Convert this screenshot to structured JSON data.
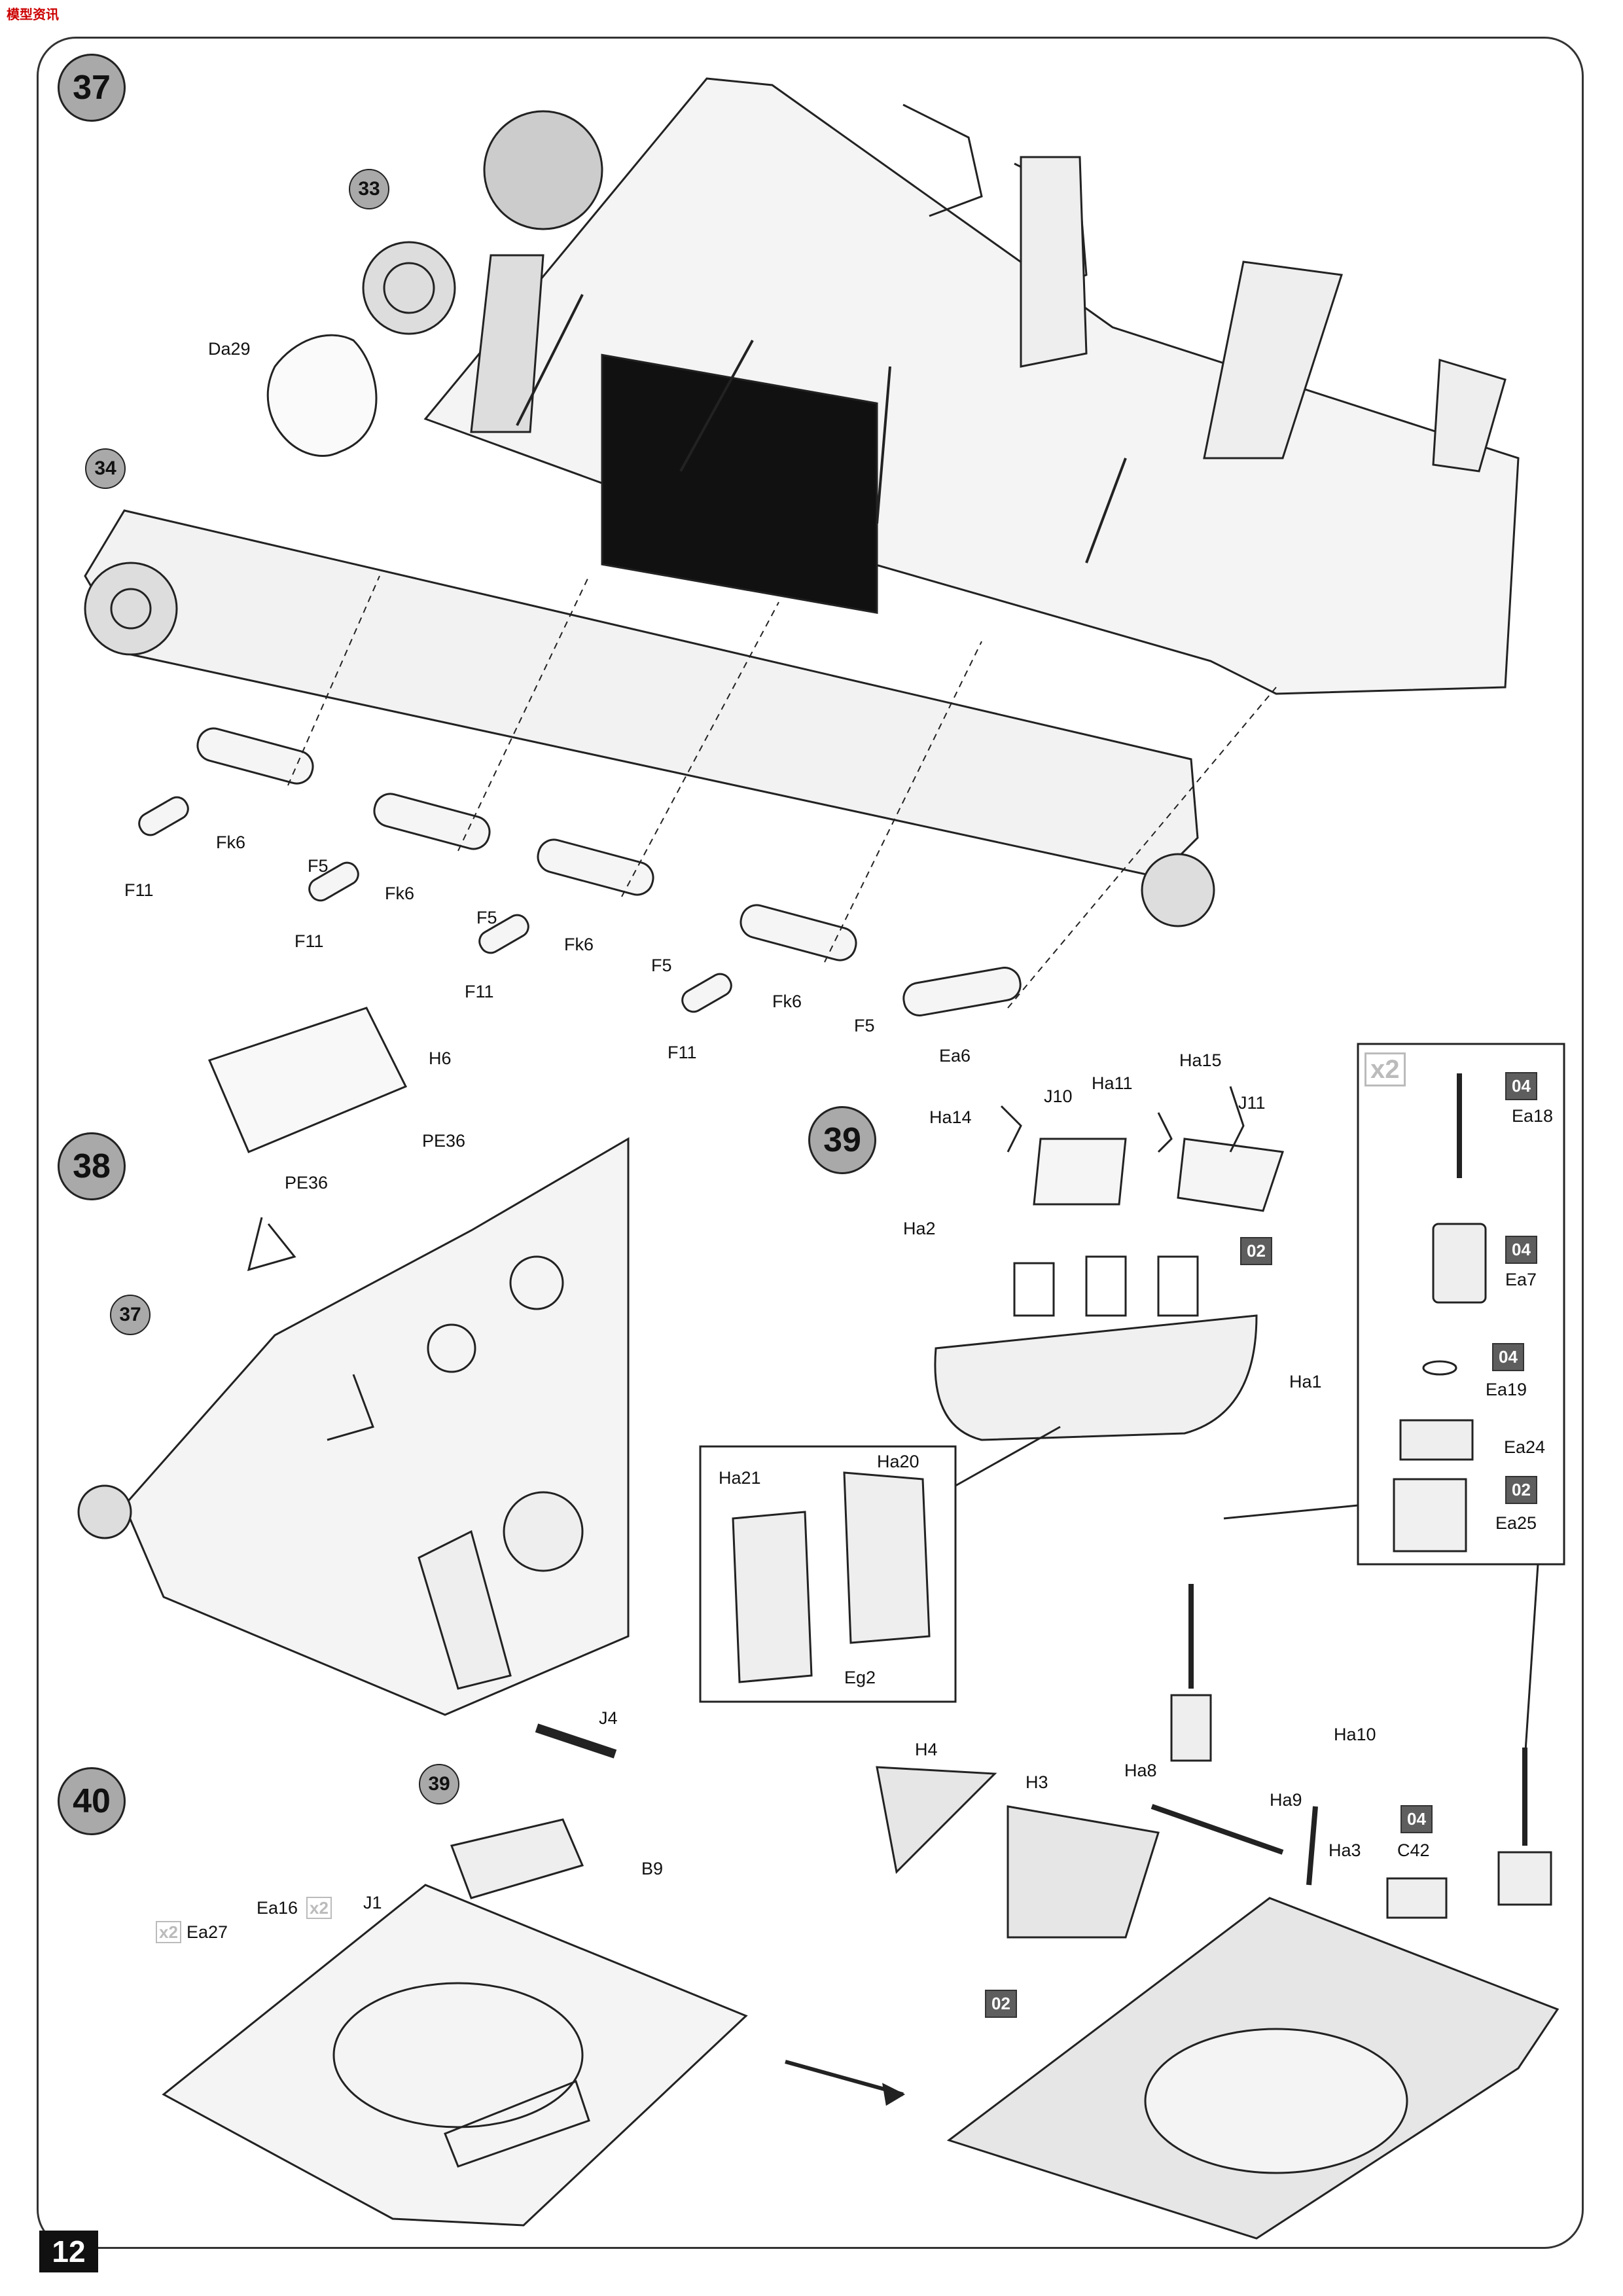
{
  "logo_text": "模型资讯",
  "page_number": "12",
  "steps": [
    "37",
    "38",
    "39",
    "40"
  ],
  "refs": {
    "s37_r33": "33",
    "s37_r34": "34",
    "s38_r37": "37",
    "s40_r39": "39"
  },
  "labels": {
    "da29": "Da29",
    "fk6_1": "Fk6",
    "fk6_2": "Fk6",
    "fk6_3": "Fk6",
    "fk6_4": "Fk6",
    "f11_1": "F11",
    "f11_2": "F11",
    "f11_3": "F11",
    "f11_4": "F11",
    "f5_1": "F5",
    "f5_2": "F5",
    "f5_3": "F5",
    "f5_4": "F5",
    "ea6": "Ea6",
    "h6": "H6",
    "pe36_a": "PE36",
    "pe36_b": "PE36",
    "ha14": "Ha14",
    "ha11": "Ha11",
    "ha15": "Ha15",
    "j10": "J10",
    "j11": "J11",
    "ha2": "Ha2",
    "ha1": "Ha1",
    "ha21": "Ha21",
    "ha20": "Ha20",
    "eg2": "Eg2",
    "ea18": "Ea18",
    "ea7": "Ea7",
    "ea19": "Ea19",
    "ea24": "Ea24",
    "ea25": "Ea25",
    "j4": "J4",
    "b9": "B9",
    "j1": "J1",
    "ea16": "Ea16",
    "ea27": "Ea27",
    "h4": "H4",
    "h3": "H3",
    "ha8": "Ha8",
    "ha9": "Ha9",
    "ha10": "Ha10",
    "ha3": "Ha3",
    "c42": "C42"
  },
  "badges": {
    "b39_02": "02",
    "b_ea18": "04",
    "b_ea7": "04",
    "b_ea19": "04",
    "b_ea25": "02",
    "b_c42": "04",
    "b_plate": "02"
  },
  "multipliers": {
    "x2_box": "x2",
    "x2_ea16": "x2",
    "x2_ea27": "x2"
  }
}
